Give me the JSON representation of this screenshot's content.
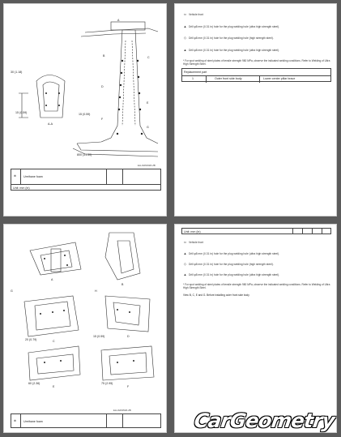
{
  "page1": {
    "table_rows": [
      "Urethane foam",
      "Unit: mm (in)"
    ],
    "ref_id": "ELLIA0603ZZ-ZB",
    "dim_labels": [
      "A",
      "B",
      "C",
      "D",
      "E",
      "F",
      "G",
      "A-A",
      "30 (1.18)",
      "800 (31.50)",
      "15 (0.59)",
      "15 (0.59)"
    ]
  },
  "page2": {
    "legend": [
      {
        "symbol": "⇦",
        "text": "Vehicle front"
      },
      {
        "symbol": "▲",
        "text": "Drill φ8 mm (0.31 in) hole for the plug welding hole (ultra high strength steel)."
      },
      {
        "symbol": "◇",
        "text": "Drill φ8 mm (0.31 in) hole for the plug welding hole (high strength steel)."
      },
      {
        "symbol": "▲",
        "text": "Drill φ8 mm (0.31 in) hole for the plug welding hole (ultra high strength steel)."
      }
    ],
    "note": "* For spot welding of steel plates of tensile strength 980 MPa, observe the indicated welding conditions. Refer to Welding of Ultra High Strength Steel.",
    "parts_header": "Replacement part",
    "parts": [
      {
        "no": "1",
        "name": "Outer front side body",
        "detail": "Lower center pillar brace"
      }
    ]
  },
  "page3": {
    "table_rows": [
      "Urethane foam"
    ],
    "ref_id": "ELLIA0605ZZ-ZB",
    "view_labels": [
      "A",
      "B",
      "C",
      "D",
      "E",
      "F",
      "G",
      "H",
      "20 (0.79)",
      "15 (0.59)",
      "60 (2.36)",
      "75 (2.95)"
    ]
  },
  "page4": {
    "unit": "Unit: mm (in)",
    "legend": [
      {
        "symbol": "⇦",
        "text": "Vehicle front"
      },
      {
        "symbol": "▲",
        "text": "Drill φ8 mm (0.31 in) hole for the plug welding hole (ultra high strength steel)."
      },
      {
        "symbol": "◇",
        "text": "Drill φ8 mm (0.31 in) hole for the plug welding hole (high strength steel)."
      },
      {
        "symbol": "▲",
        "text": "Drill φ8 mm (0.31 in) hole for the plug welding hole (ultra high strength steel)."
      }
    ],
    "note": "* For spot welding of steel plates of tensile strength 980 MPa, observe the indicated welding conditions. Refer to Welding of Ultra High Strength Steel.",
    "caption": "View B, C, E and G. Before installing outer front side body"
  },
  "logo": {
    "text": "CarGeometry",
    "color": "#ffffff",
    "outline": "#000000"
  }
}
